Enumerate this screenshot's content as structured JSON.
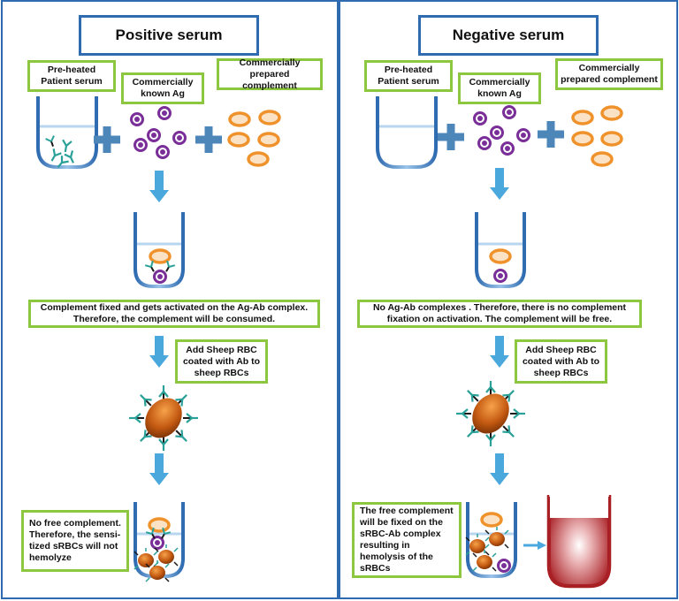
{
  "positive": {
    "title": "Positive serum",
    "serum_label": "Pre-heated Patient serum",
    "antigen_label": "Commercially known Ag",
    "complement_label": "Commercially prepared complement",
    "result_note": "Complement fixed and gets activated on the Ag-Ab complex. Therefore, the complement will be consumed.",
    "add_rbc_note": "Add Sheep RBC coated with Ab to sheep RBCs",
    "final_note": "No free complement. Therefore, the sensi-tized sRBCs will not hemolyze"
  },
  "negative": {
    "title": "Negative serum",
    "serum_label": "Pre-heated Patient serum",
    "antigen_label": "Commercially known Ag",
    "complement_label": "Commercially prepared complement",
    "result_note": "No Ag-Ab complexes . Therefore, there is no complement fixation on activation. The complement will be free.",
    "add_rbc_note": "Add Sheep RBC coated with Ab to sheep RBCs",
    "final_note": "The free complement will be fixed on the sRBC-Ab complex resulting in hemolysis of the sRBCs"
  },
  "colors": {
    "panel_border": "#2e6bb0",
    "label_border": "#8dc63f",
    "arrow": "#4aa8dd",
    "plus": "#4d86b8",
    "antigen": "#7a2e98",
    "complement": "#f0922b",
    "rbc": "#c45a12",
    "antibody": "#2aa198",
    "hemolysis": "#a81f24"
  }
}
